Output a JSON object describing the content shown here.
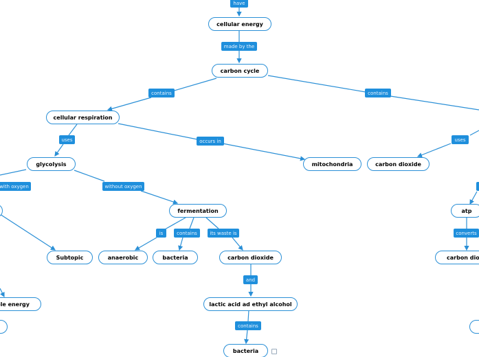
{
  "nodes": {
    "cellular_energy": "cellular energy",
    "carbon_cycle": "carbon cycle",
    "cellular_respiration": "cellular respiration",
    "glycolysis": "glycolysis",
    "mitochondria": "mitochondria",
    "carbon_dioxide_right": "carbon dioxide",
    "fermentation": "fermentation",
    "subtopic": "Subtopic",
    "anaerobic": "anaerobic",
    "bacteria_mid": "bacteria",
    "carbon_dioxide_mid": "carbon dioxide",
    "atp": "atp",
    "carbon_dioxide_far_right": "carbon dioxi",
    "usable_energy": "able energy",
    "lactic_acid": "lactic acid ad ethyl alcohol",
    "bacteria_bottom": "bacteria"
  },
  "labels": {
    "have": "have",
    "made_by_the": "made by the",
    "contains_left": "contains",
    "contains_right": "contains",
    "uses_left": "uses",
    "occurs_in": "occurs in",
    "uses_right": "uses",
    "with_oxygen": "with oxygen",
    "without_oxygen": "without oxygen",
    "is": "is",
    "contains_ferm": "contains",
    "its_waste_is": "its waste is",
    "converts": "converts",
    "and": "and",
    "contains_bottom": "contains"
  }
}
